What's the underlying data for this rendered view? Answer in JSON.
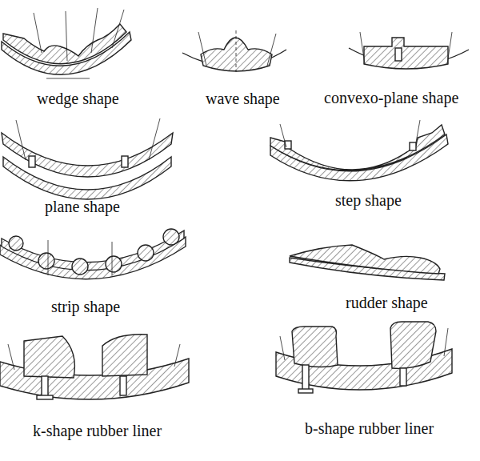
{
  "diagram": {
    "labels": [
      "wedge shape",
      "wave shape",
      "convexo-plane shape",
      "plane shape",
      "step shape",
      "strip shape",
      "rudder shape",
      "k-shape rubber liner",
      "b-shape rubber liner"
    ]
  }
}
